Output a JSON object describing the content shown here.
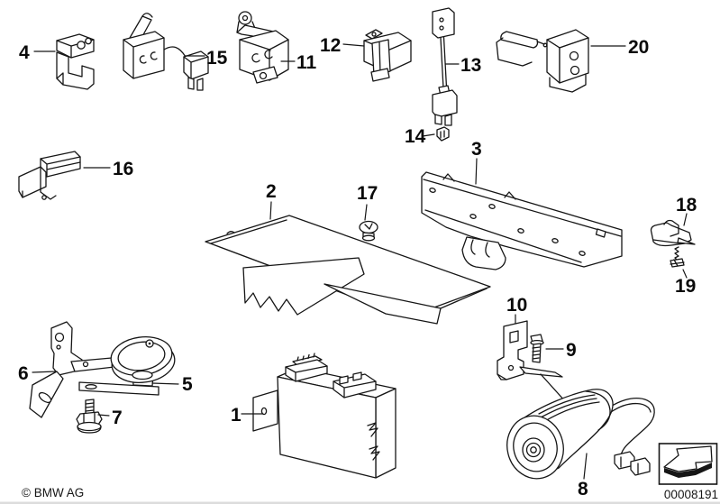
{
  "colors": {
    "line": "#161616",
    "background": "#ffffff",
    "stamp_fill": "#161616"
  },
  "callouts": {
    "1": "1",
    "2": "2",
    "3": "3",
    "4": "4",
    "5": "5",
    "6": "6",
    "7": "7",
    "8": "8",
    "9": "9",
    "10": "10",
    "11": "11",
    "12": "12",
    "13": "13",
    "14": "14",
    "15": "15",
    "16": "16",
    "17": "17",
    "18": "18",
    "19": "19",
    "20": "20"
  },
  "footer": {
    "copyright": "© BMW AG",
    "drawing_number": "00008191"
  },
  "icons": {
    "stamp": "arrow-down-left-icon"
  }
}
